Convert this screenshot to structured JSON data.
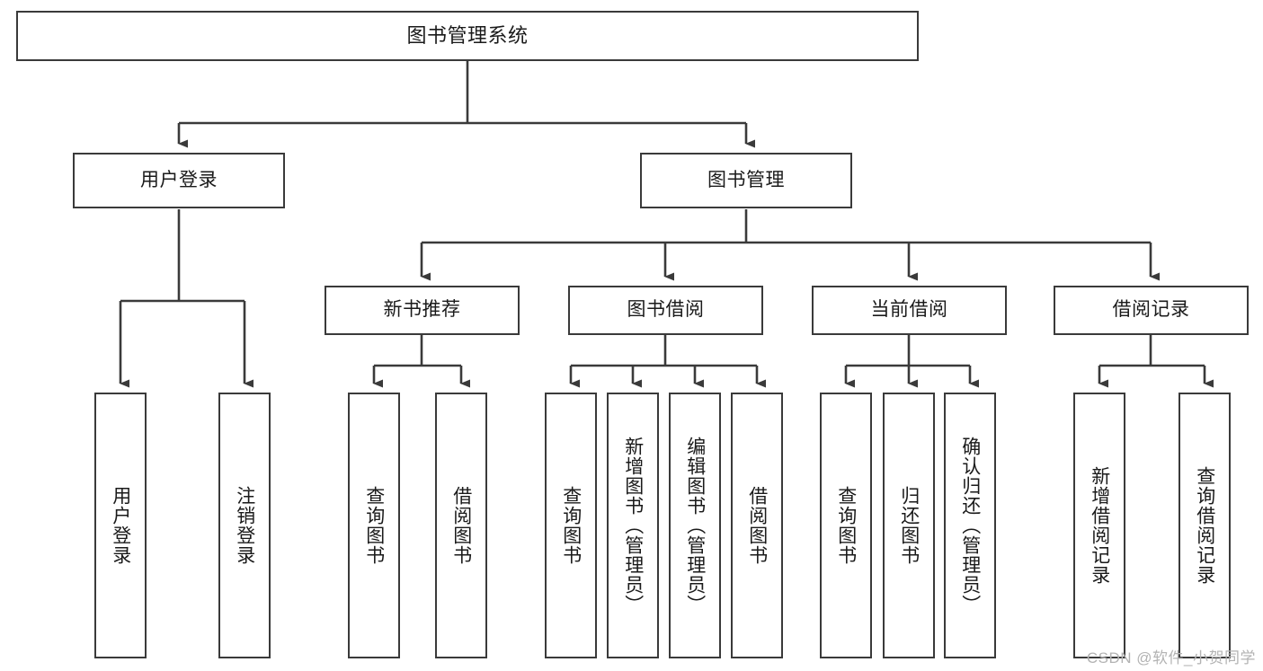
{
  "diagram": {
    "title": "图书管理系统",
    "type": "tree",
    "watermark": "CSDN @软件_小贺同学",
    "colors": {
      "stroke": "#3a3a3a",
      "fill": "#ffffff",
      "text": "#1a1a1a",
      "watermark": "#b3b3b3"
    },
    "levels": {
      "root": {
        "label": "图书管理系统"
      },
      "level2": [
        {
          "label": "用户登录"
        },
        {
          "label": "图书管理"
        }
      ],
      "level3": [
        {
          "label": "新书推荐"
        },
        {
          "label": "图书借阅"
        },
        {
          "label": "当前借阅"
        },
        {
          "label": "借阅记录"
        }
      ],
      "leaves": {
        "user_login": [
          {
            "label": "用户登录"
          },
          {
            "label": "注销登录"
          }
        ],
        "new_book": [
          {
            "label": "查询图书"
          },
          {
            "label": "借阅图书"
          }
        ],
        "book_borrow": [
          {
            "label": "查询图书"
          },
          {
            "label": "新增图书（管理员）"
          },
          {
            "label": "编辑图书（管理员）"
          },
          {
            "label": "借阅图书"
          }
        ],
        "current_borrow": [
          {
            "label": "查询图书"
          },
          {
            "label": "归还图书"
          },
          {
            "label": "确认归还（管理员）"
          }
        ],
        "borrow_record": [
          {
            "label": "新增借阅记录"
          },
          {
            "label": "查询借阅记录"
          }
        ]
      }
    }
  }
}
